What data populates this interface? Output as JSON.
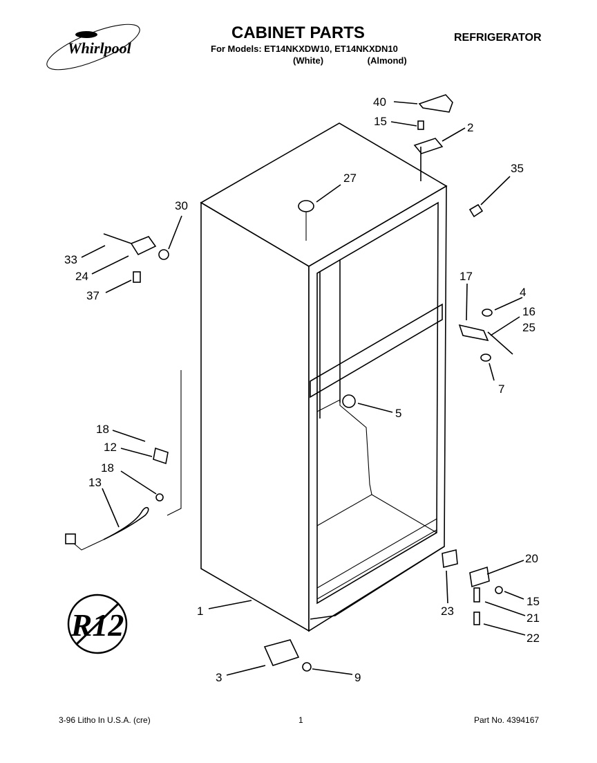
{
  "header": {
    "brand": "Whirlpool",
    "title": "CABINET PARTS",
    "models_line": "For Models: ET14NKXDW10, ET14NKXDN10",
    "variants_line": "(White) (Almond)",
    "category": "REFRIGERATOR"
  },
  "badge": "R12",
  "callouts": [
    "40",
    "15",
    "2",
    "35",
    "27",
    "30",
    "33",
    "24",
    "37",
    "17",
    "4",
    "16",
    "25",
    "7",
    "5",
    "18",
    "12",
    "18",
    "13",
    "20",
    "15",
    "21",
    "22",
    "23",
    "1",
    "3",
    "9"
  ],
  "footer": {
    "left": "3-96 Litho In U.S.A. (cre)",
    "center": "1",
    "right": "Part No. 4394167"
  }
}
